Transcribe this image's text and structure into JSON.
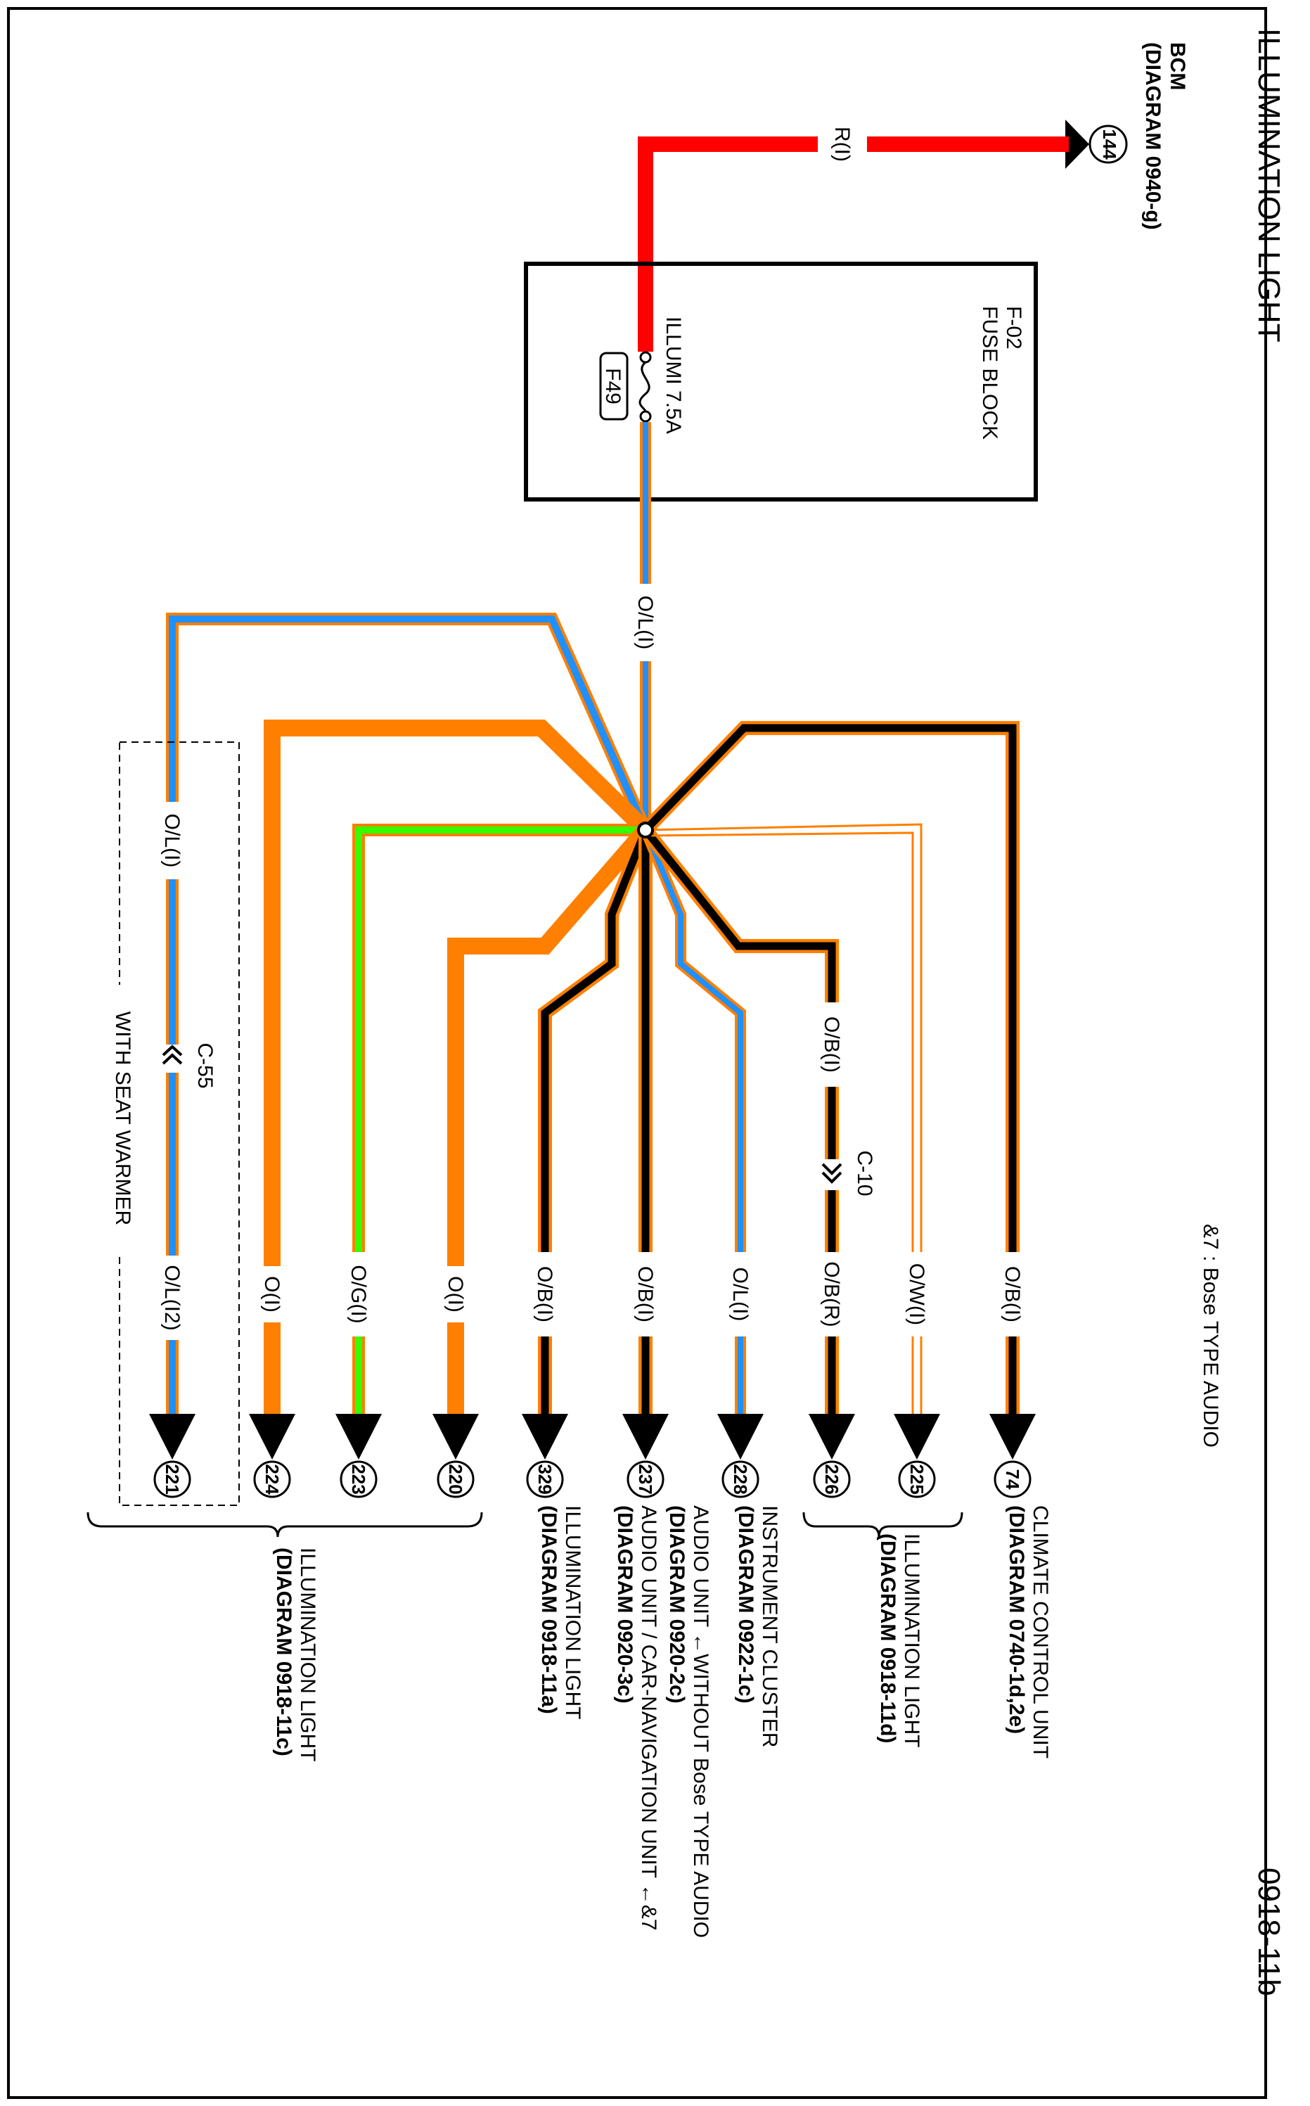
{
  "header": {
    "title": "ILLUMINATION LIGHT",
    "diagram_id": "0918-11b",
    "note": "&7 : Bose TYPE AUDIO"
  },
  "source": {
    "name": "BCM",
    "ref": "(DIAGRAM 0940-g)",
    "pin": "144",
    "wire": "R(I)"
  },
  "fuse_block": {
    "id": "F-02",
    "name": "FUSE BLOCK",
    "fuse": "ILLUMI 7.5A",
    "fuse_id": "F49"
  },
  "wires": {
    "main": "O/L(I)",
    "w221_a": "O/L(I)",
    "w221_b": "O/L(I2)",
    "w224": "O(I)",
    "w223": "O/G(I)",
    "w220": "O(I)",
    "w329": "O/B(I)",
    "w237": "O/B(I)",
    "w228": "O/L(I)",
    "w226_a": "O/B(I)",
    "w226_b": "O/B(R)",
    "w225": "O/W(I)",
    "w74": "O/B(I)"
  },
  "connectors": {
    "c55": "C-55",
    "c10": "C-10",
    "seat_warmer": "WITH SEAT WARMER"
  },
  "pins": {
    "p74": "74",
    "p225": "225",
    "p226": "226",
    "p228": "228",
    "p237": "237",
    "p329": "329",
    "p220": "220",
    "p223": "223",
    "p224": "224",
    "p221": "221"
  },
  "destinations": {
    "climate": "CLIMATE CONTROL UNIT",
    "climate_ref": "(DIAGRAM 0740-1d,2e)",
    "illum_d": "ILLUMINATION LIGHT",
    "illum_d_ref": "(DIAGRAM 0918-11d)",
    "cluster": "INSTRUMENT CLUSTER",
    "cluster_ref": "(DIAGRAM 0922-1c)",
    "audio1": "AUDIO UNIT ←WITHOUT Bose TYPE AUDIO",
    "audio1_ref": "(DIAGRAM 0920-2c)",
    "audio2": "AUDIO UNIT / CAR-NAVIGATION UNIT ←&7",
    "audio2_ref": "(DIAGRAM 0920-3c)",
    "illum_a": "ILLUMINATION LIGHT",
    "illum_a_ref": "(DIAGRAM 0918-11a)",
    "illum_c": "ILLUMINATION LIGHT",
    "illum_c_ref": "(DIAGRAM 0918-11c)"
  },
  "colors": {
    "red": "#ff0000",
    "orange": "#ff7f00",
    "blue": "#1e90ff",
    "green": "#33ff00",
    "black": "#000000"
  }
}
